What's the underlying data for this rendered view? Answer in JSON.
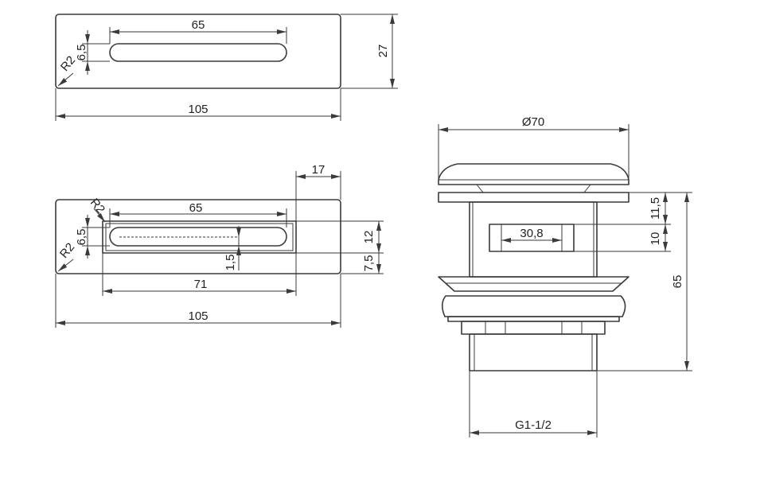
{
  "top_view": {
    "slot_length": "65",
    "slot_height": "6,5",
    "corner_radius": "R2",
    "width": "27",
    "length": "105"
  },
  "section_view": {
    "slot_length": "65",
    "corner_radius_inner": "R2",
    "corner_radius_outer": "R2",
    "slot_height": "6,5",
    "offset": "17",
    "height_12": "12",
    "depth": "1,5",
    "height_75": "7,5",
    "frame_length": "71",
    "length": "105"
  },
  "side_view": {
    "diameter": "Ø70",
    "height_115": "11,5",
    "slot_width": "30,8",
    "slot_height": "10",
    "total_height": "65",
    "thread": "G1-1/2"
  }
}
